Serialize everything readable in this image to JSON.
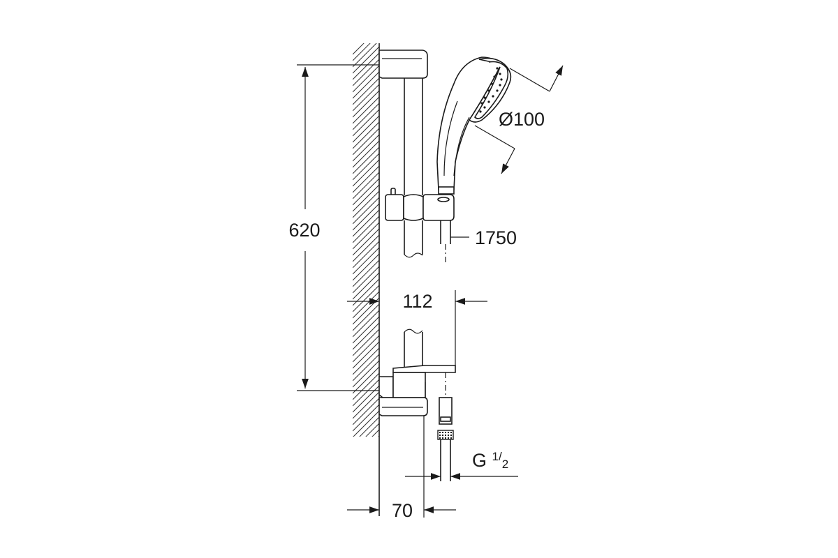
{
  "dimensions": {
    "height": "620",
    "hose_length": "1750",
    "projection": "112",
    "wall_distance": "70",
    "head_diameter": "Ø100",
    "thread": {
      "prefix": "G",
      "num": "1",
      "den": "2"
    }
  },
  "colors": {
    "line": "#1a1a1a",
    "background": "#ffffff"
  }
}
